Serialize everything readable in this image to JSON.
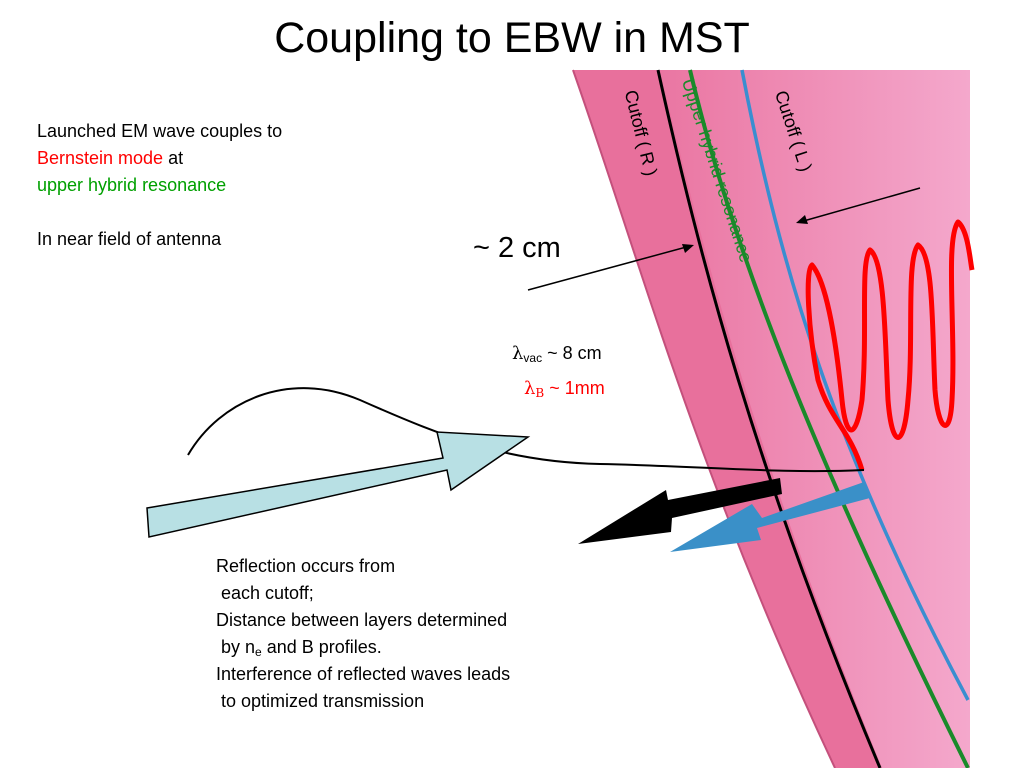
{
  "title": "Coupling to EBW in MST",
  "intro": {
    "line1": "Launched EM wave couples to",
    "bernstein": "Bernstein mode",
    "at": " at",
    "uhr": "upper hybrid resonance",
    "near_field": "In near field of antenna"
  },
  "labels": {
    "cutoff_r": "Cutoff ( R )",
    "uhr_layer": "Upper hybrid resonance",
    "cutoff_l": "Cutoff ( L )",
    "distance": "~ 2 cm",
    "lambda_symbol": "λ",
    "vac_sub": "vac",
    "vac_value": " ~ 8 cm",
    "b_sub": "B",
    "b_value": " ~ 1mm"
  },
  "reflection": {
    "l1": "Reflection occurs from",
    "l2": " each cutoff;",
    "l3": "Distance between layers determined",
    "l4a": " by n",
    "l4sub": "e",
    "l4b": " and B profiles.",
    "l5": "Interference of reflected waves leads",
    "l6": " to optimized transmission"
  },
  "colors": {
    "plasma_dark": "#e8709c",
    "plasma_light": "#f29cc6",
    "uhr_green": "#1a8a2a",
    "cutoff_blue": "#3a8ed0",
    "bernstein_red": "#ff0000",
    "incident_arrow": "#b8e0e4",
    "reflected_blue": "#3a90c8"
  }
}
